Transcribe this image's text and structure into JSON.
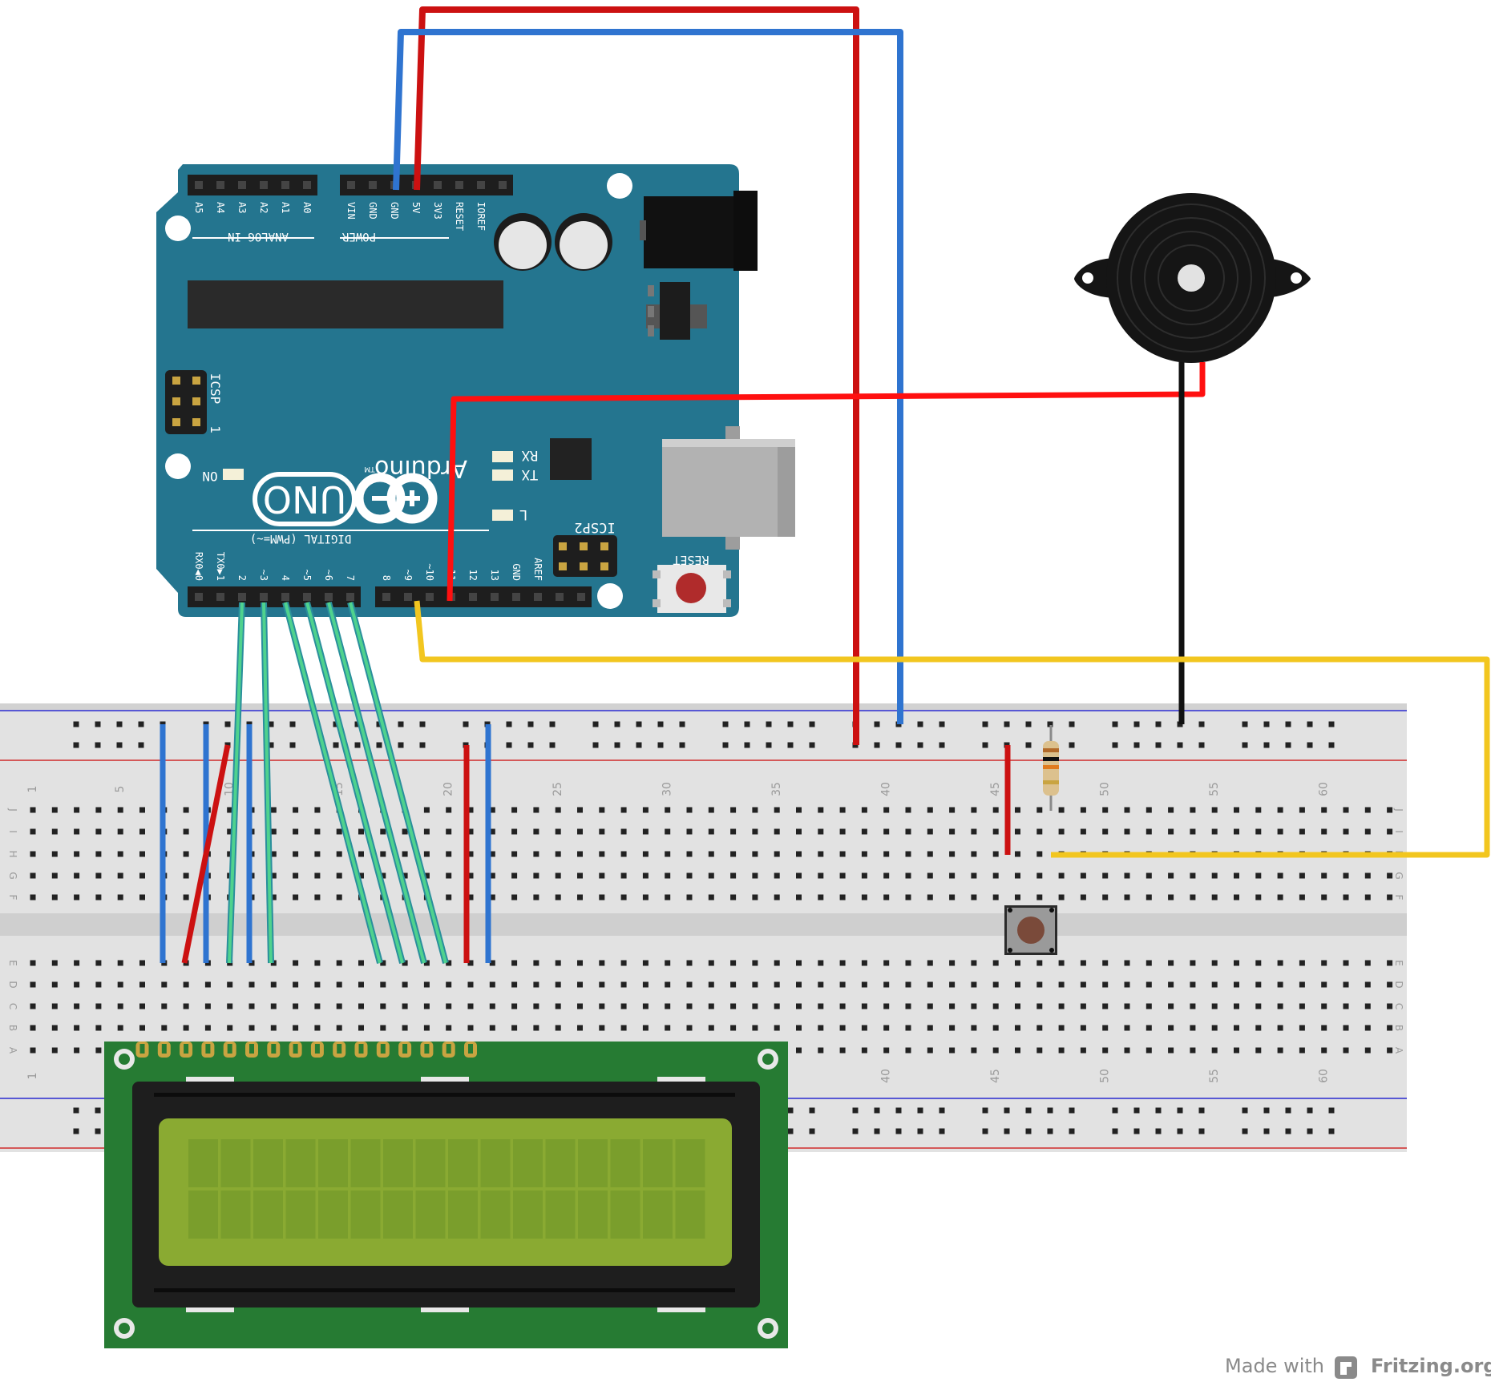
{
  "arduino": {
    "brand": "Arduino",
    "trademark": "TM",
    "model": "UNO",
    "analog_header_title": "ANALOG IN",
    "power_header_title": "POWER",
    "digital_header_title": "DIGITAL (PWM=~)",
    "analog_pins": [
      "A5",
      "A4",
      "A3",
      "A2",
      "A1",
      "A0"
    ],
    "power_pins": [
      "VIN",
      "GND",
      "GND",
      "5V",
      "3V3",
      "RESET",
      "IOREF"
    ],
    "digital_pins_low": [
      "RX0◀0",
      "TX0▶1",
      "2",
      "~3",
      "4",
      "~5",
      "~6",
      "7"
    ],
    "digital_pins_high": [
      "8",
      "~9",
      "~10",
      "~11",
      "12",
      "13",
      "GND",
      "AREF"
    ],
    "icsp_label": "ICSP",
    "icsp_pin1": "1",
    "icsp2_label": "ICSP2",
    "on_label": "ON",
    "rx_label": "RX",
    "tx_label": "TX",
    "l_label": "L",
    "reset_label": "RESET"
  },
  "breadboard": {
    "row_letters_top": [
      "J",
      "I",
      "H",
      "G",
      "F"
    ],
    "row_letters_bottom": [
      "E",
      "D",
      "C",
      "B",
      "A"
    ],
    "column_numbers_top": [
      "1",
      "5",
      "10",
      "15",
      "20",
      "25",
      "30",
      "35",
      "40",
      "45",
      "50",
      "55",
      "60"
    ],
    "column_numbers_bottom": [
      "1",
      "40",
      "45",
      "50",
      "55",
      "60"
    ]
  },
  "colors": {
    "arduino_board": "#24758f",
    "lcd_pcb": "#267b33",
    "lcd_screen": "#8aaa32",
    "breadboard": "#e2e2e2",
    "wire_red": "#cc1111",
    "wire_blue": "#2f74d0",
    "wire_yellow": "#f2c61f",
    "wire_black": "#111111",
    "wire_teal": "#3fbfa3"
  },
  "footer": {
    "made_with": "Made with",
    "brand": "Fritzing.org"
  }
}
